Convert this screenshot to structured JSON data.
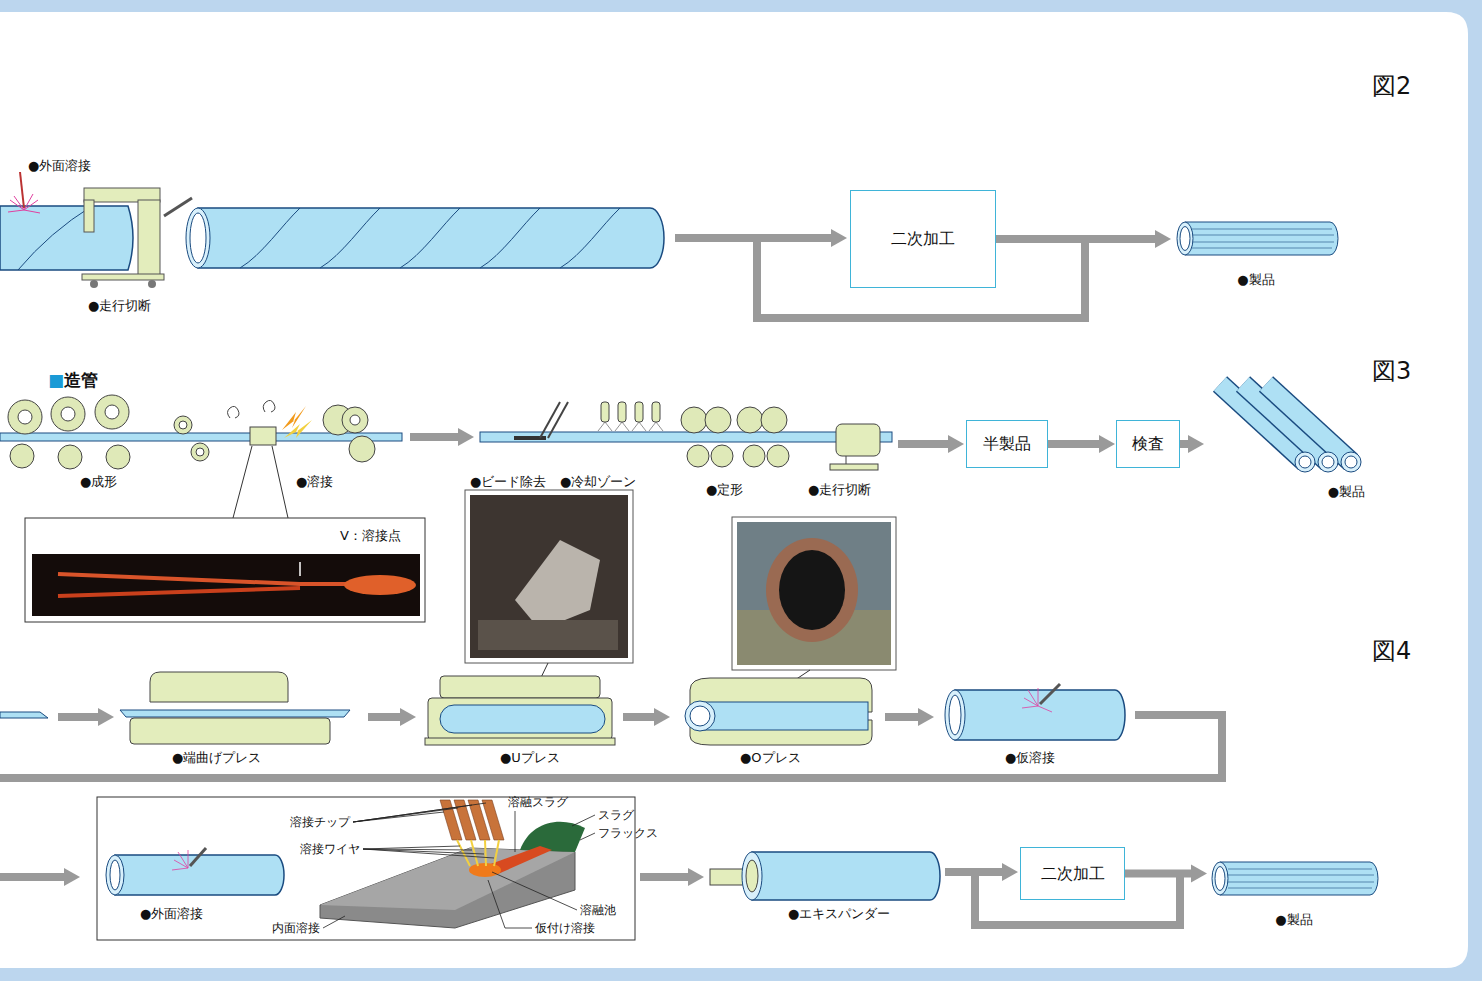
{
  "diagram": {
    "nodes": [
      {
        "text": [
          "二次加工"
        ]
      },
      {
        "text": [
          "●製品"
        ]
      },
      {
        "text": [
          "半製品"
        ]
      },
      {
        "text": [
          "検査"
        ]
      },
      {
        "text": [
          "●製品"
        ]
      },
      {
        "text": [
          "二次加工"
        ]
      },
      {
        "text": [
          "●製品"
        ]
      }
    ],
    "edges": [
      {
        "from": 0,
        "to": 1,
        "arrow": "to"
      },
      {
        "from": 2,
        "to": 3,
        "arrow": "to"
      },
      {
        "from": 3,
        "to": 4,
        "arrow": "to"
      },
      {
        "from": 5,
        "to": 6,
        "arrow": "to"
      }
    ],
    "labels": [
      "図2",
      "●外面溶接",
      "●走行切断",
      "■造管",
      "図3",
      "●成形",
      "●溶接",
      "V：溶接点",
      "●ビード除去",
      "●冷却ゾーン",
      "●定形",
      "●走行切断",
      "図4",
      "●端曲げプレス",
      "●Uプレス",
      "●Oプレス",
      "●仮溶接",
      "溶接チップ",
      "溶融スラグ",
      "スラグ",
      "フラックス",
      "溶接ワイヤ",
      "溶融池",
      "●外面溶接",
      "内面溶接",
      "仮付け溶接",
      "●エキスパンダー"
    ]
  }
}
